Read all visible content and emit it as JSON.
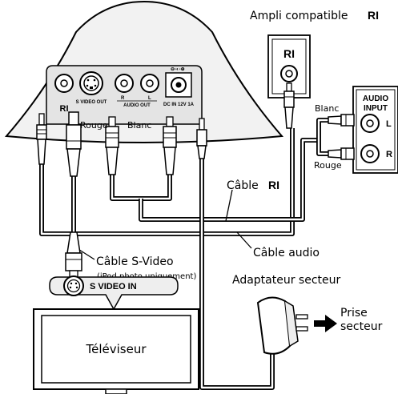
{
  "labels": {
    "amp_title": "Ampli compatible",
    "amp_ri": "RI",
    "ri_port": "RI",
    "s_video_out": "S VIDEO OUT",
    "audio_out_r": "R",
    "audio_out_l": "L",
    "audio_out": "AUDIO OUT",
    "dc_in": "DC IN 12V 1A",
    "rouge_left": "Rouge",
    "blanc_left": "Blanc",
    "blanc_right": "Blanc",
    "rouge_right": "Rouge",
    "audio_input_line1": "AUDIO",
    "audio_input_line2": "INPUT",
    "audio_input_l": "L",
    "audio_input_r": "R",
    "cable_ri": "Câble",
    "cable_ri_logo": "RI",
    "cable_audio": "Câble audio",
    "cable_svideo": "Câble S-Video",
    "cable_svideo_note": "(iPod photo uniquement)",
    "s_video_in": "S VIDEO IN",
    "tv": "Téléviseur",
    "adapter": "Adaptateur secteur",
    "outlet_line1": "Prise",
    "outlet_line2": "secteur"
  },
  "colors": {
    "line": "#000000",
    "background": "#ffffff",
    "panel": "#e4e4e4"
  }
}
